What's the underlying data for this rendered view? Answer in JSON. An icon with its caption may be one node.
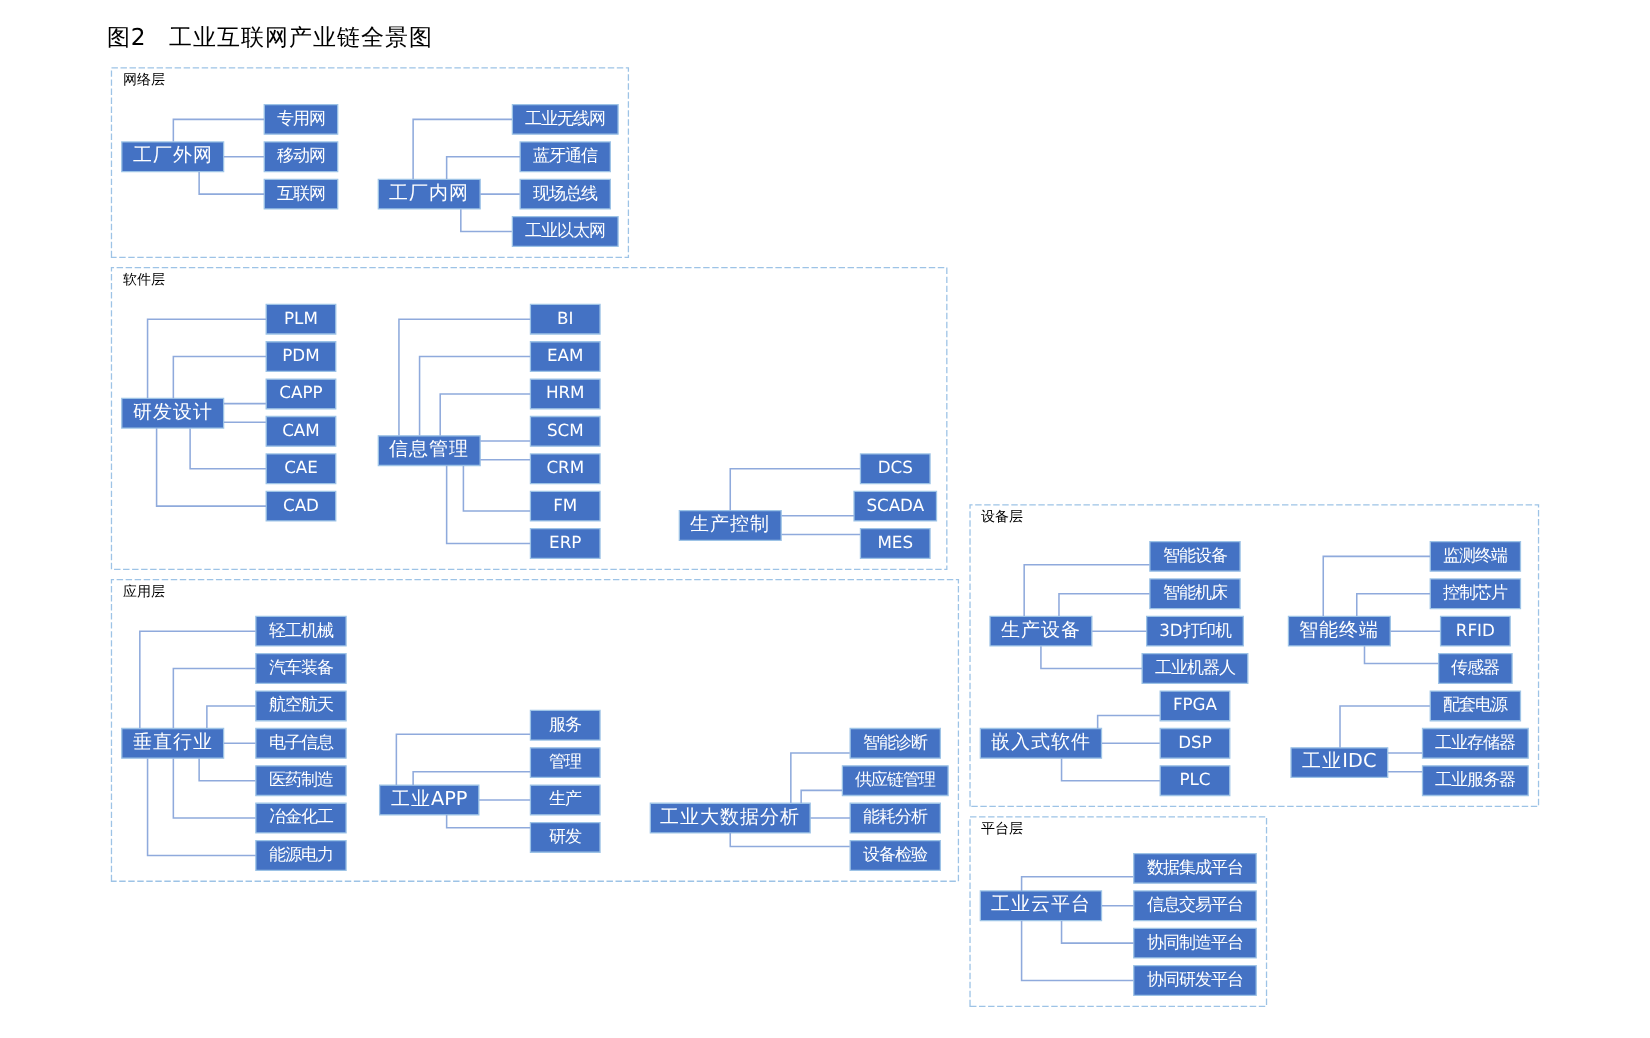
{
  "diagram": {
    "title": "图2　工业互联网产业链全景图",
    "nodes": [
      {
        "text": [
          "应用层"
        ]
      },
      {
        "text": [
          "垂直行业"
        ],
        "in": 0
      },
      {
        "text": [
          "能源电力"
        ],
        "in": 0
      },
      {
        "text": [
          "冶金化工"
        ],
        "in": 0
      },
      {
        "text": [
          "医药制造"
        ],
        "in": 0
      },
      {
        "text": [
          "电子信息"
        ],
        "in": 0
      },
      {
        "text": [
          "航空航天"
        ],
        "in": 0
      },
      {
        "text": [
          "汽车装备"
        ],
        "in": 0
      },
      {
        "text": [
          "轻工机械"
        ],
        "in": 0
      },
      {
        "text": [
          "工业APP"
        ],
        "in": 0
      },
      {
        "text": [
          "研发"
        ],
        "in": 0
      },
      {
        "text": [
          "生产"
        ],
        "in": 0
      },
      {
        "text": [
          "管理"
        ],
        "in": 0
      },
      {
        "text": [
          "服务"
        ],
        "in": 0
      },
      {
        "text": [
          "工业大数据分析"
        ],
        "in": 0
      },
      {
        "text": [
          "设备检验"
        ],
        "in": 0
      },
      {
        "text": [
          "能耗分析"
        ],
        "in": 0
      },
      {
        "text": [
          "供应链管理"
        ],
        "in": 0
      },
      {
        "text": [
          "智能诊断"
        ],
        "in": 0
      },
      {
        "text": [
          "设备层"
        ]
      },
      {
        "text": [
          "生产设备"
        ],
        "in": 19
      },
      {
        "text": [
          "工业机器人"
        ],
        "in": 19
      },
      {
        "text": [
          "3D打印机"
        ],
        "in": 19
      },
      {
        "text": [
          "智能机床"
        ],
        "in": 19
      },
      {
        "text": [
          "智能设备"
        ],
        "in": 19
      },
      {
        "text": [
          "智能终端"
        ],
        "in": 19
      },
      {
        "text": [
          "传感器"
        ],
        "in": 19
      },
      {
        "text": [
          "RFID"
        ],
        "in": 19
      },
      {
        "text": [
          "控制芯片"
        ],
        "in": 19
      },
      {
        "text": [
          "监测终端"
        ],
        "in": 19
      },
      {
        "text": [
          "嵌入式软件"
        ],
        "in": 19
      },
      {
        "text": [
          "PLC"
        ],
        "in": 19
      },
      {
        "text": [
          "DSP"
        ],
        "in": 19
      },
      {
        "text": [
          "FPGA"
        ],
        "in": 19
      },
      {
        "text": [
          "工业IDC"
        ],
        "in": 19
      },
      {
        "text": [
          "工业服务器"
        ],
        "in": 19
      },
      {
        "text": [
          "工业存储器"
        ],
        "in": 19
      },
      {
        "text": [
          "配套电源"
        ],
        "in": 19
      },
      {
        "text": [
          "软件层"
        ]
      },
      {
        "text": [
          "研发设计"
        ],
        "in": 38
      },
      {
        "text": [
          "CAD"
        ],
        "in": 38
      },
      {
        "text": [
          "CAE"
        ],
        "in": 38
      },
      {
        "text": [
          "CAM"
        ],
        "in": 38
      },
      {
        "text": [
          "CAPP"
        ],
        "in": 38
      },
      {
        "text": [
          "PDM"
        ],
        "in": 38
      },
      {
        "text": [
          "PLM"
        ],
        "in": 38
      },
      {
        "text": [
          "信息管理"
        ],
        "in": 38
      },
      {
        "text": [
          "ERP"
        ],
        "in": 38
      },
      {
        "text": [
          "FM"
        ],
        "in": 38
      },
      {
        "text": [
          "CRM"
        ],
        "in": 38
      },
      {
        "text": [
          "SCM"
        ],
        "in": 38
      },
      {
        "text": [
          "HRM"
        ],
        "in": 38
      },
      {
        "text": [
          "EAM"
        ],
        "in": 38
      },
      {
        "text": [
          "BI"
        ],
        "in": 38
      },
      {
        "text": [
          "生产控制"
        ],
        "in": 38
      },
      {
        "text": [
          "MES"
        ],
        "in": 38
      },
      {
        "text": [
          "SCADA"
        ],
        "in": 38
      },
      {
        "text": [
          "DCS"
        ],
        "in": 38
      },
      {
        "text": [
          "网络层"
        ]
      },
      {
        "text": [
          "工厂外网"
        ],
        "in": 58
      },
      {
        "text": [
          "互联网"
        ],
        "in": 58
      },
      {
        "text": [
          "移动网"
        ],
        "in": 58
      },
      {
        "text": [
          "专用网"
        ],
        "in": 58
      },
      {
        "text": [
          "工厂内网"
        ],
        "in": 58
      },
      {
        "text": [
          "工业以太网"
        ],
        "in": 58
      },
      {
        "text": [
          "现场总线"
        ],
        "in": 58
      },
      {
        "text": [
          "蓝牙通信"
        ],
        "in": 58
      },
      {
        "text": [
          "工业无线网"
        ],
        "in": 58
      },
      {
        "text": [
          "平台层"
        ]
      },
      {
        "text": [
          "工业云平台"
        ],
        "in": 68
      },
      {
        "text": [
          "协同研发平台"
        ],
        "in": 68
      },
      {
        "text": [
          "协同制造平台"
        ],
        "in": 68
      },
      {
        "text": [
          "信息交易平台"
        ],
        "in": 68
      },
      {
        "text": [
          "数据集成平台"
        ],
        "in": 68
      }
    ],
    "edges": [
      {
        "from": 1,
        "to": 2,
        "arrow": "none"
      },
      {
        "from": 1,
        "to": 3,
        "arrow": "none"
      },
      {
        "from": 1,
        "to": 4,
        "arrow": "none"
      },
      {
        "from": 1,
        "to": 5,
        "arrow": "none"
      },
      {
        "from": 1,
        "to": 6,
        "arrow": "none"
      },
      {
        "from": 1,
        "to": 7,
        "arrow": "none"
      },
      {
        "from": 1,
        "to": 8,
        "arrow": "none"
      },
      {
        "from": 9,
        "to": 10,
        "arrow": "none"
      },
      {
        "from": 9,
        "to": 11,
        "arrow": "none"
      },
      {
        "from": 9,
        "to": 12,
        "arrow": "none"
      },
      {
        "from": 9,
        "to": 13,
        "arrow": "none"
      },
      {
        "from": 14,
        "to": 15,
        "arrow": "none"
      },
      {
        "from": 14,
        "to": 16,
        "arrow": "none"
      },
      {
        "from": 14,
        "to": 17,
        "arrow": "none"
      },
      {
        "from": 14,
        "to": 18,
        "arrow": "none"
      },
      {
        "from": 20,
        "to": 21,
        "arrow": "none"
      },
      {
        "from": 20,
        "to": 22,
        "arrow": "none"
      },
      {
        "from": 20,
        "to": 23,
        "arrow": "none"
      },
      {
        "from": 20,
        "to": 24,
        "arrow": "none"
      },
      {
        "from": 25,
        "to": 26,
        "arrow": "none"
      },
      {
        "from": 25,
        "to": 27,
        "arrow": "none"
      },
      {
        "from": 25,
        "to": 28,
        "arrow": "none"
      },
      {
        "from": 25,
        "to": 29,
        "arrow": "none"
      },
      {
        "from": 30,
        "to": 31,
        "arrow": "none"
      },
      {
        "from": 30,
        "to": 32,
        "arrow": "none"
      },
      {
        "from": 30,
        "to": 33,
        "arrow": "none"
      },
      {
        "from": 34,
        "to": 35,
        "arrow": "none"
      },
      {
        "from": 34,
        "to": 36,
        "arrow": "none"
      },
      {
        "from": 34,
        "to": 37,
        "arrow": "none"
      },
      {
        "from": 39,
        "to": 40,
        "arrow": "none"
      },
      {
        "from": 39,
        "to": 41,
        "arrow": "none"
      },
      {
        "from": 39,
        "to": 42,
        "arrow": "none"
      },
      {
        "from": 39,
        "to": 43,
        "arrow": "none"
      },
      {
        "from": 39,
        "to": 44,
        "arrow": "none"
      },
      {
        "from": 39,
        "to": 45,
        "arrow": "none"
      },
      {
        "from": 46,
        "to": 47,
        "arrow": "none"
      },
      {
        "from": 46,
        "to": 48,
        "arrow": "none"
      },
      {
        "from": 46,
        "to": 49,
        "arrow": "none"
      },
      {
        "from": 46,
        "to": 50,
        "arrow": "none"
      },
      {
        "from": 46,
        "to": 51,
        "arrow": "none"
      },
      {
        "from": 46,
        "to": 52,
        "arrow": "none"
      },
      {
        "from": 46,
        "to": 53,
        "arrow": "none"
      },
      {
        "from": 54,
        "to": 55,
        "arrow": "none"
      },
      {
        "from": 54,
        "to": 56,
        "arrow": "none"
      },
      {
        "from": 54,
        "to": 57,
        "arrow": "none"
      },
      {
        "from": 59,
        "to": 60,
        "arrow": "none"
      },
      {
        "from": 59,
        "to": 61,
        "arrow": "none"
      },
      {
        "from": 59,
        "to": 62,
        "arrow": "none"
      },
      {
        "from": 63,
        "to": 64,
        "arrow": "none"
      },
      {
        "from": 63,
        "to": 65,
        "arrow": "none"
      },
      {
        "from": 63,
        "to": 66,
        "arrow": "none"
      },
      {
        "from": 63,
        "to": 67,
        "arrow": "none"
      },
      {
        "from": 69,
        "to": 70,
        "arrow": "none"
      },
      {
        "from": 69,
        "to": 71,
        "arrow": "none"
      },
      {
        "from": 69,
        "to": 72,
        "arrow": "none"
      },
      {
        "from": 69,
        "to": 73,
        "arrow": "none"
      }
    ]
  }
}
